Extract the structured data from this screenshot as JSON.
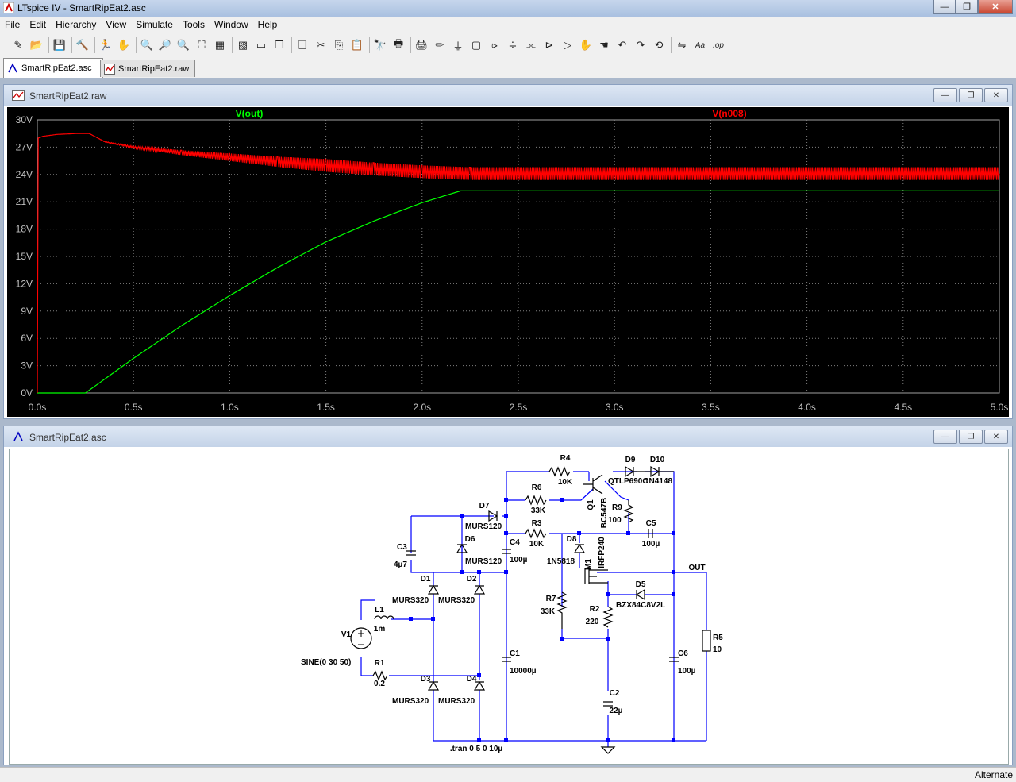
{
  "window": {
    "title": "LTspice IV - SmartRipEat2.asc"
  },
  "menu": [
    "File",
    "Edit",
    "Hierarchy",
    "View",
    "Simulate",
    "Tools",
    "Window",
    "Help"
  ],
  "menu_underline": [
    "F",
    "E",
    "i",
    "V",
    "S",
    "T",
    "W",
    "H"
  ],
  "toolbar": {
    "icons": [
      "new-schematic-icon",
      "open-icon",
      "save-icon",
      "control-panel-icon",
      "run-icon",
      "halt-icon",
      "zoom-in-icon",
      "zoom-pan-icon",
      "zoom-out-icon",
      "zoom-fit-icon",
      "autorange-icon",
      "mark-unref-icon",
      "tile-horizontal-icon",
      "cascade-icon",
      "close-windows-icon",
      "cut-icon",
      "copy-icon",
      "paste-icon",
      "find-icon",
      "print-setup-icon",
      "print-icon",
      "draw-wire-icon",
      "ground-icon",
      "label-net-icon",
      "resistor-icon",
      "capacitor-icon",
      "inductor-icon",
      "diode-icon",
      "component-icon",
      "move-icon",
      "drag-icon",
      "undo-icon",
      "redo-icon",
      "rotate-icon",
      "mirror-icon",
      "text-icon",
      "spice-directive-icon"
    ]
  },
  "tabs": [
    {
      "label": "SmartRipEat2.asc",
      "active": true
    },
    {
      "label": "SmartRipEat2.raw",
      "active": false
    }
  ],
  "plot_window": {
    "title": "SmartRipEat2.raw"
  },
  "schematic_window": {
    "title": "SmartRipEat2.asc"
  },
  "status": {
    "mode": "Alternate"
  },
  "colors": {
    "trace_out": "#00ff00",
    "trace_n008": "#ff0000",
    "plot_bg": "#000000",
    "wire": "#0000ff",
    "grid": "#808080"
  },
  "chart_data": {
    "type": "line",
    "x_ticks": [
      "0.0s",
      "0.5s",
      "1.0s",
      "1.5s",
      "2.0s",
      "2.5s",
      "3.0s",
      "3.5s",
      "4.0s",
      "4.5s",
      "5.0s"
    ],
    "y_ticks": [
      "30V",
      "27V",
      "24V",
      "21V",
      "18V",
      "15V",
      "12V",
      "9V",
      "6V",
      "3V",
      "0V"
    ],
    "xlim": [
      0,
      5
    ],
    "ylim": [
      0,
      30
    ],
    "grid": true,
    "series": [
      {
        "name": "V(out)",
        "color": "#00ff00",
        "x": [
          0,
          0.25,
          0.5,
          0.75,
          1.0,
          1.25,
          1.5,
          1.75,
          2.0,
          2.2,
          2.5,
          3.0,
          3.5,
          4.0,
          4.5,
          5.0
        ],
        "y": [
          0,
          0,
          3.8,
          7.4,
          10.7,
          13.8,
          16.6,
          18.9,
          20.9,
          22.2,
          22.2,
          22.2,
          22.2,
          22.2,
          22.2,
          22.2
        ]
      },
      {
        "name": "V(n008)",
        "color": "#ff0000",
        "x": [
          0,
          0.005,
          0.03,
          0.1,
          0.2,
          0.27,
          0.35,
          0.5,
          0.75,
          1.0,
          1.25,
          1.5,
          1.75,
          2.0,
          2.25,
          2.5,
          3.0,
          3.5,
          4.0,
          4.5,
          5.0
        ],
        "y": [
          0,
          28.0,
          28.2,
          28.4,
          28.5,
          28.5,
          27.6,
          27.0,
          26.4,
          25.9,
          25.4,
          25.0,
          24.6,
          24.3,
          24.1,
          24.1,
          24.1,
          24.1,
          24.1,
          24.1,
          24.1
        ],
        "ripple": 0.7
      }
    ]
  },
  "schematic": {
    "labels": [
      {
        "id": "R4",
        "t": "R4"
      },
      {
        "id": "R4v",
        "t": "10K"
      },
      {
        "id": "D9",
        "t": "D9"
      },
      {
        "id": "D10",
        "t": "D10"
      },
      {
        "id": "QTLP",
        "t": "QTLP690C"
      },
      {
        "id": "1N4148",
        "t": "1N4148"
      },
      {
        "id": "R6",
        "t": "R6"
      },
      {
        "id": "R6v",
        "t": "33K"
      },
      {
        "id": "Q1",
        "t": "Q1"
      },
      {
        "id": "BC547B",
        "t": "BC547B"
      },
      {
        "id": "R9",
        "t": "R9"
      },
      {
        "id": "R9v",
        "t": "100"
      },
      {
        "id": "D7",
        "t": "D7"
      },
      {
        "id": "MURS120a",
        "t": "MURS120"
      },
      {
        "id": "R3",
        "t": "R3"
      },
      {
        "id": "R3v",
        "t": "10K"
      },
      {
        "id": "C5",
        "t": "C5"
      },
      {
        "id": "C5v",
        "t": "100µ"
      },
      {
        "id": "C3",
        "t": "C3"
      },
      {
        "id": "C3v",
        "t": "4µ7"
      },
      {
        "id": "D6",
        "t": "D6"
      },
      {
        "id": "C4",
        "t": "C4"
      },
      {
        "id": "C4v",
        "t": "100µ"
      },
      {
        "id": "D8",
        "t": "D8"
      },
      {
        "id": "MURS120b",
        "t": "MURS120"
      },
      {
        "id": "1N5818",
        "t": "1N5818"
      },
      {
        "id": "M1",
        "t": "M1"
      },
      {
        "id": "IRFP240",
        "t": "IRFP240"
      },
      {
        "id": "OUT",
        "t": "OUT"
      },
      {
        "id": "D1",
        "t": "D1"
      },
      {
        "id": "D2",
        "t": "D2"
      },
      {
        "id": "MURS320a",
        "t": "MURS320"
      },
      {
        "id": "MURS320b",
        "t": "MURS320"
      },
      {
        "id": "D5",
        "t": "D5"
      },
      {
        "id": "BZX",
        "t": "BZX84C8V2L"
      },
      {
        "id": "R7",
        "t": "R7"
      },
      {
        "id": "R7v",
        "t": "33K"
      },
      {
        "id": "R2",
        "t": "R2"
      },
      {
        "id": "R2v",
        "t": "220"
      },
      {
        "id": "L1",
        "t": "L1"
      },
      {
        "id": "L1v",
        "t": "1m"
      },
      {
        "id": "V1",
        "t": "V1"
      },
      {
        "id": "R5",
        "t": "R5"
      },
      {
        "id": "R5v",
        "t": "10"
      },
      {
        "id": "C1",
        "t": "C1"
      },
      {
        "id": "C1v",
        "t": "10000µ"
      },
      {
        "id": "C6",
        "t": "C6"
      },
      {
        "id": "C6v",
        "t": "100µ"
      },
      {
        "id": "SINE",
        "t": "SINE(0 30 50)"
      },
      {
        "id": "R1",
        "t": "R1"
      },
      {
        "id": "R1v",
        "t": "0.2"
      },
      {
        "id": "D3",
        "t": "D3"
      },
      {
        "id": "D4",
        "t": "D4"
      },
      {
        "id": "MURS320c",
        "t": "MURS320"
      },
      {
        "id": "MURS320d",
        "t": "MURS320"
      },
      {
        "id": "C2",
        "t": "C2"
      },
      {
        "id": "C2v",
        "t": "22µ"
      },
      {
        "id": "tran",
        "t": ".tran 0 5 0 10µ"
      }
    ]
  }
}
